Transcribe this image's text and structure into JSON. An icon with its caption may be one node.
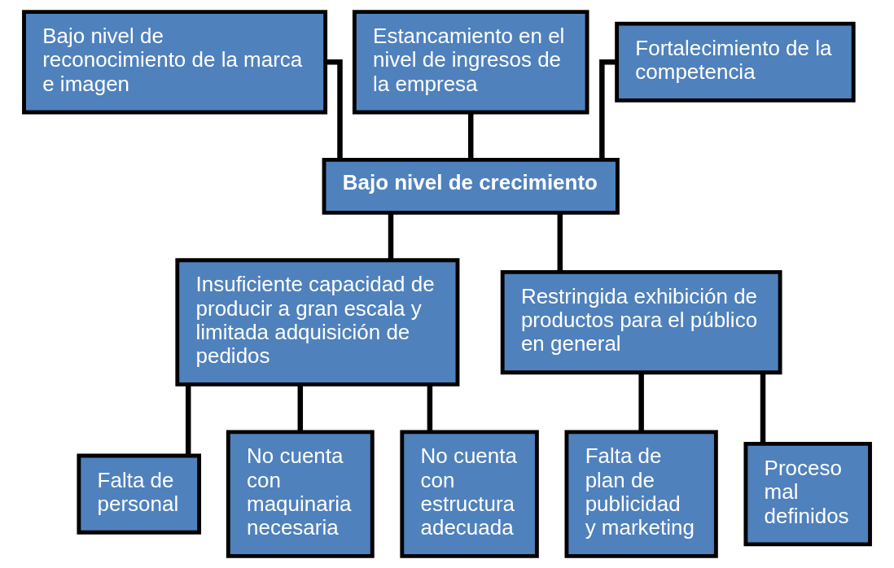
{
  "diagram": {
    "nodes": [
      {
        "text": [
          "Bajo nivel de reconocimiento de la marca e imagen"
        ]
      },
      {
        "text": [
          "Estancamiento en el nivel de ingresos de la empresa"
        ]
      },
      {
        "text": [
          "Fortalecimiento de la competencia"
        ]
      },
      {
        "text": [
          "Bajo nivel de crecimiento"
        ]
      },
      {
        "text": [
          "Insuficiente capacidad de producir a gran escala y limitada adquisición de pedidos"
        ]
      },
      {
        "text": [
          "Restringida exhibición de productos para el público en general"
        ]
      },
      {
        "text": [
          "Falta de personal"
        ]
      },
      {
        "text": [
          "No cuenta con maquinaria necesaria"
        ]
      },
      {
        "text": [
          "No cuenta con estructura adecuada"
        ]
      },
      {
        "text": [
          "Falta de plan de publicidad y marketing"
        ]
      },
      {
        "text": [
          "Proceso mal definidos"
        ]
      }
    ],
    "edges": [
      {
        "from": 0,
        "to": 3,
        "arrow": "none"
      },
      {
        "from": 1,
        "to": 3,
        "arrow": "none"
      },
      {
        "from": 2,
        "to": 3,
        "arrow": "none"
      },
      {
        "from": 3,
        "to": 4,
        "arrow": "none"
      },
      {
        "from": 3,
        "to": 5,
        "arrow": "none"
      },
      {
        "from": 4,
        "to": 6,
        "arrow": "none"
      },
      {
        "from": 4,
        "to": 7,
        "arrow": "none"
      },
      {
        "from": 4,
        "to": 8,
        "arrow": "none"
      },
      {
        "from": 5,
        "to": 9,
        "arrow": "none"
      },
      {
        "from": 5,
        "to": 10,
        "arrow": "none"
      }
    ]
  }
}
